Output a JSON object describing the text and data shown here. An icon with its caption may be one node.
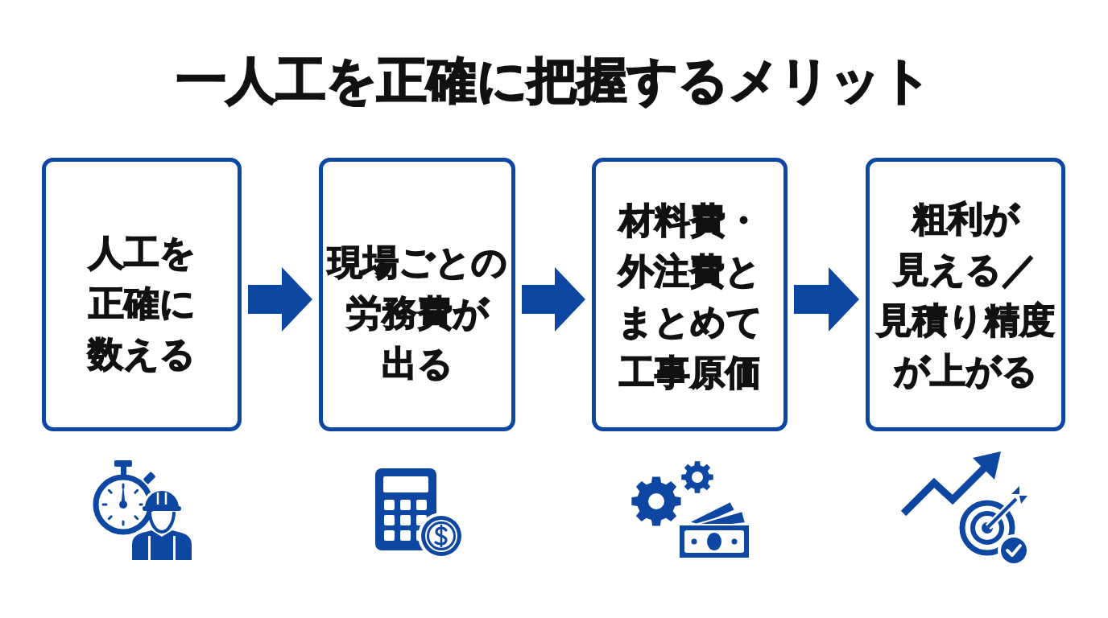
{
  "diagram": {
    "title": "一人工を正確に把握するメリット",
    "nodes": [
      {
        "text": [
          "人工を正確に数える"
        ]
      },
      {
        "text": [
          "現場ごとの労務費が出る"
        ]
      },
      {
        "text": [
          "材料費・外注費とまとめて工事原価"
        ]
      },
      {
        "text": [
          "粗利が見える／見積り精度が上がる"
        ]
      }
    ],
    "edges": [
      {
        "from": 0,
        "to": 1,
        "arrow": "to"
      },
      {
        "from": 1,
        "to": 2,
        "arrow": "to"
      },
      {
        "from": 2,
        "to": 3,
        "arrow": "to"
      }
    ]
  }
}
